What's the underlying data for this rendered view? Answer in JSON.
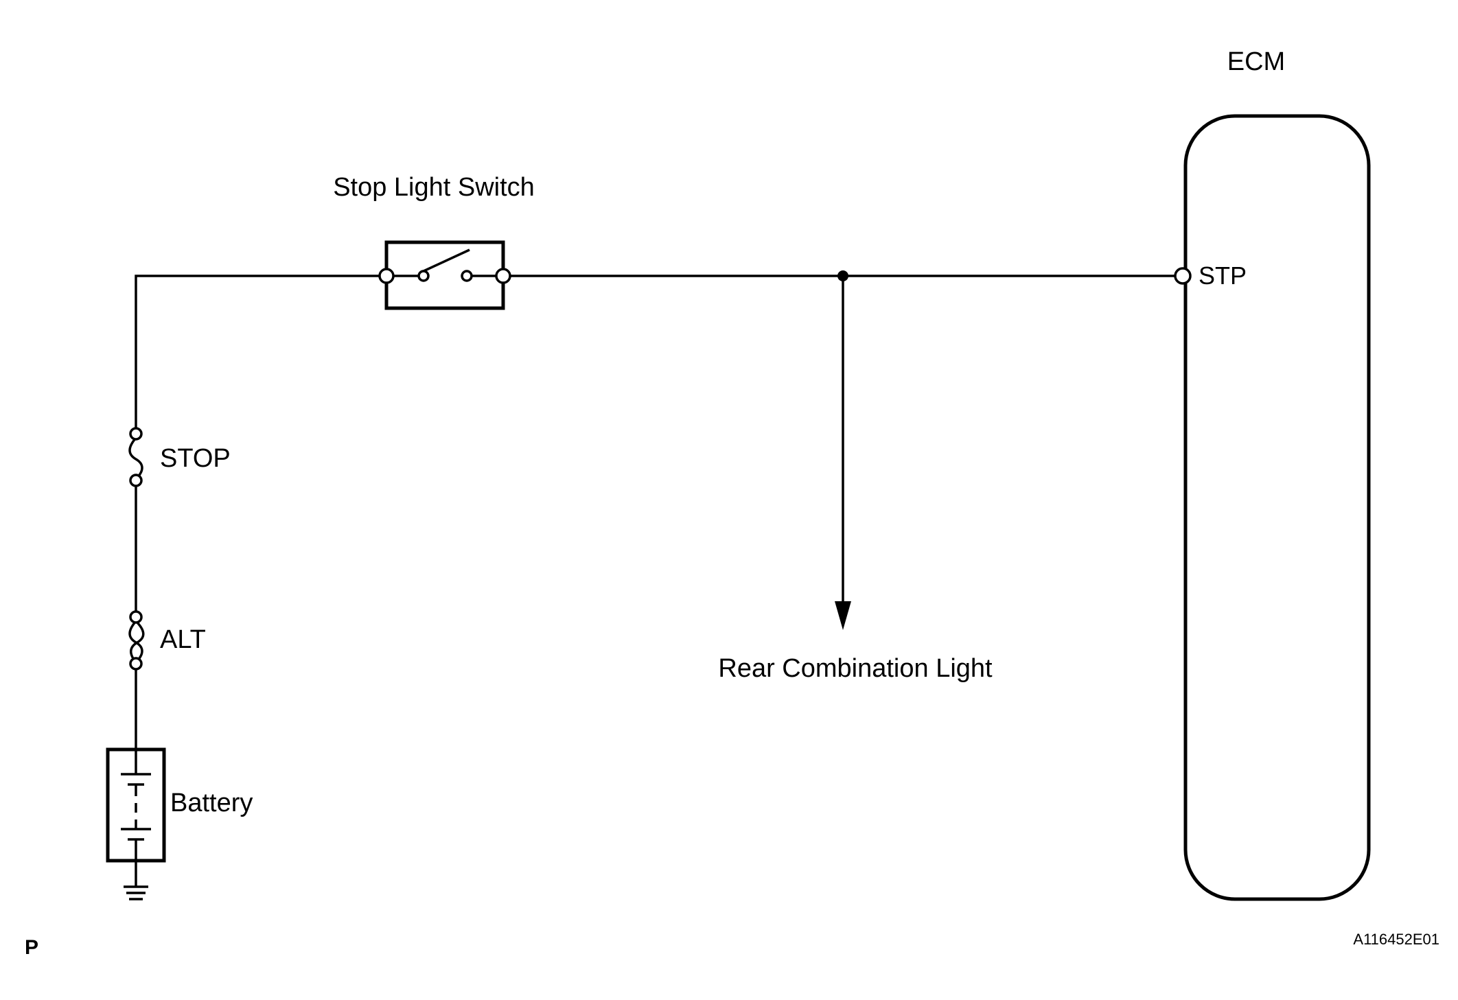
{
  "ecm": {
    "title": "ECM",
    "pin_label": "STP"
  },
  "stop_light_switch": {
    "label": "Stop Light Switch"
  },
  "fuses": {
    "stop_label": "STOP",
    "alt_label": "ALT"
  },
  "battery": {
    "label": "Battery"
  },
  "rear_combination_light": {
    "label": "Rear Combination Light"
  },
  "footer": {
    "corner_letter": "P",
    "figure_id": "A116452E01"
  }
}
